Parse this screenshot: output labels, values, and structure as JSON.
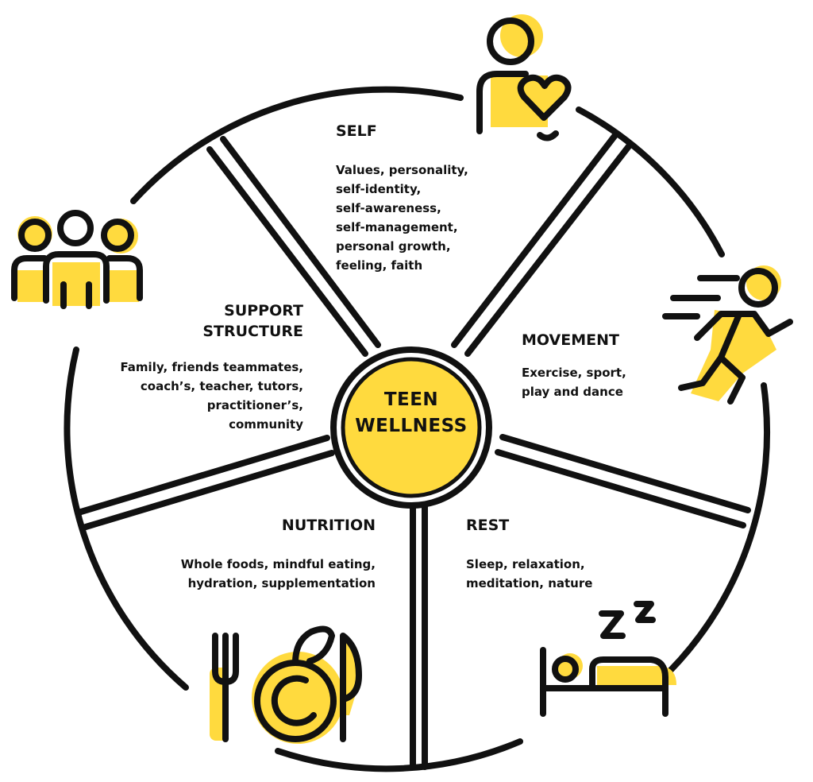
{
  "center": {
    "line1": "TEEN",
    "line2": "WELLNESS"
  },
  "segments": {
    "self": {
      "title": "SELF",
      "lines": [
        "Values, personality,",
        "self-identity,",
        "self-awareness,",
        "self-management,",
        "personal growth,",
        "feeling, faith"
      ]
    },
    "movement": {
      "title": "MOVEMENT",
      "lines": [
        "Exercise, sport,",
        "play and dance"
      ]
    },
    "rest": {
      "title": "REST",
      "lines": [
        "Sleep, relaxation,",
        "meditation, nature"
      ]
    },
    "nutrition": {
      "title": "NUTRITION",
      "lines": [
        "Whole foods, mindful eating,",
        "hydration, supplementation"
      ]
    },
    "support": {
      "title_lines": [
        "SUPPORT",
        "STRUCTURE"
      ],
      "lines": [
        "Family, friends teammates,",
        "coach’s, teacher, tutors,",
        "practitioner’s,",
        "community"
      ]
    }
  },
  "icons": {
    "self": "person-heart-icon",
    "movement": "runner-icon",
    "rest": "sleeping-bed-icon",
    "nutrition": "fork-plate-knife-icon",
    "support": "group-people-icon"
  },
  "colors": {
    "accent": "#FFDA3E",
    "line": "#111111",
    "background": "#FFFFFF"
  }
}
